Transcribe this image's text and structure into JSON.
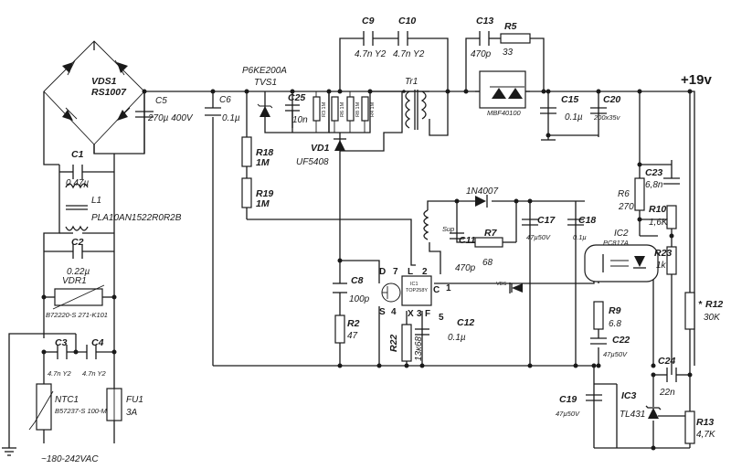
{
  "output_voltage": "+19v",
  "input_voltage": "~180-242VAC",
  "components": {
    "VDS1": {
      "ref": "VDS1",
      "value": "RS1007"
    },
    "C5": {
      "ref": "C5",
      "value": "270µ 400V"
    },
    "C6": {
      "ref": "C6",
      "value": "0.1µ"
    },
    "TVS1": {
      "ref": "TVS1",
      "value": "P6KE200A"
    },
    "C25": {
      "ref": "C25",
      "value": "10n"
    },
    "C9": {
      "ref": "C9",
      "value": "4.7n Y2"
    },
    "C10": {
      "ref": "C10",
      "value": "4.7n Y2"
    },
    "C13": {
      "ref": "C13",
      "value": "470p"
    },
    "R5": {
      "ref": "R5",
      "value": "33"
    },
    "Tr1": {
      "ref": "Tr1"
    },
    "VD1": {
      "ref": "VD1",
      "value": "UF5408"
    },
    "R18": {
      "ref": "R18",
      "value": "1M"
    },
    "R19": {
      "ref": "R19",
      "value": "1M"
    },
    "MBF": {
      "value": "MBF40100"
    },
    "C15": {
      "ref": "C15",
      "value": "0.1µ"
    },
    "C20": {
      "ref": "C20",
      "value": "200x35v"
    },
    "C1": {
      "ref": "C1",
      "value": "0.47µ"
    },
    "L1": {
      "ref": "L1",
      "value": "PLA10AN1522R0R2B"
    },
    "C2": {
      "ref": "C2",
      "value": "0.22µ"
    },
    "VDR1": {
      "ref": "VDR1",
      "value": "B72220-S 271-K101"
    },
    "C3": {
      "ref": "C3",
      "value": "4.7n Y2"
    },
    "C4": {
      "ref": "C4",
      "value": "4.7n Y2"
    },
    "NTC1": {
      "ref": "NTC1",
      "value": "B57237-S 100-M"
    },
    "FU1": {
      "ref": "FU1",
      "value": "3A"
    },
    "D_1N4007": {
      "value": "1N4007"
    },
    "C17": {
      "ref": "C17",
      "value": "47µ50V"
    },
    "C18": {
      "ref": "C18",
      "value": "0.1µ"
    },
    "C11": {
      "ref": "C11",
      "value": "470p"
    },
    "R7": {
      "ref": "R7",
      "value": "68"
    },
    "Sup": {
      "ref": "Sup"
    },
    "C8": {
      "ref": "C8",
      "value": "100p"
    },
    "R2": {
      "ref": "R2",
      "value": "47"
    },
    "R22": {
      "ref": "R22",
      "value": "13к68"
    },
    "C12": {
      "ref": "C12",
      "value": "0.1µ"
    },
    "IC1": {
      "ref": "IC1",
      "value": "TOP258Y"
    },
    "R6": {
      "ref": "R6",
      "value": "270"
    },
    "R10": {
      "ref": "R10",
      "value": "1,6K"
    },
    "C23": {
      "ref": "C23",
      "value": "6,8n"
    },
    "IC2": {
      "ref": "IC2",
      "value": "PC817A"
    },
    "R23": {
      "ref": "R23",
      "value": "1k"
    },
    "R9": {
      "ref": "R9",
      "value": "6.8"
    },
    "C22": {
      "ref": "C22",
      "value": "47µ50V"
    },
    "R12": {
      "ref": "R12",
      "value": "30K",
      "mark": "*"
    },
    "C24": {
      "ref": "C24",
      "value": "22n"
    },
    "C19": {
      "ref": "C19",
      "value": "47µ50V"
    },
    "IC3": {
      "ref": "IC3",
      "value": "TL431"
    },
    "R13": {
      "ref": "R13",
      "value": "4,7K"
    },
    "VDS": {
      "ref": "VDS"
    },
    "bleed": {
      "r1": "R3 1M",
      "r2": "R6 1M",
      "r3": "R8 1M",
      "r4": "R4 1M"
    }
  },
  "pins": {
    "D": "D",
    "S": "S",
    "L": "L",
    "X": "X",
    "F": "F",
    "C": "C",
    "p7": "7",
    "p4": "4",
    "p2": "2",
    "p3": "3",
    "p5": "5",
    "p1": "1"
  }
}
